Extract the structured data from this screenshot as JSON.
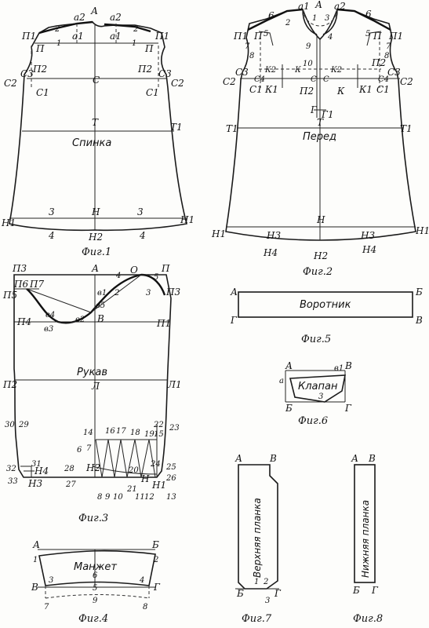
{
  "fig1": {
    "caption": "Фиг.1",
    "title": "Спинка",
    "labels": {
      "p1_left": "П1",
      "p_left": "П",
      "a2_left": "а2",
      "a1_left": "а1",
      "A": "А",
      "a2_right": "а2",
      "a1_right": "а1",
      "p_right": "П",
      "p1_right": "П1",
      "n2_left": "1",
      "n2_right": "1",
      "n2_left2": "2",
      "n2_right2": "2",
      "P2_left": "П2",
      "P2_right": "П2",
      "C3_left": "С3",
      "C3_right": "С3",
      "C2_left": "С2",
      "C2_right": "С2",
      "C": "С",
      "C1_left": "С1",
      "C1_right": "С1",
      "T": "Т",
      "T1": "Т1",
      "H": "Н",
      "H1_left": "Н1",
      "H1_right": "Н1",
      "H2": "Н2",
      "n3_left": "3",
      "n3_right": "3",
      "n4_left": "4",
      "n4_right": "4"
    }
  },
  "fig2": {
    "caption": "Фиг.2",
    "title": "Перед",
    "labels": {
      "a1": "а1",
      "A": "А",
      "a2": "а2",
      "n6_left": "6",
      "n6_right": "6",
      "n2_left": "2",
      "n1": "1",
      "n3": "3",
      "n4": "4",
      "n5_left": "5",
      "n5_right": "5",
      "P1_left": "П1",
      "P1_right": "П1",
      "n7_left": "7",
      "n7_right": "7",
      "n8_left": "8",
      "n8_right": "8",
      "n9": "9",
      "n10": "10",
      "P_left": "П",
      "P_right": "П",
      "P2_left": "П2",
      "P2_right": "П2",
      "C3_left": "С3",
      "C3_right": "С3",
      "C2_left": "С2",
      "C2_right": "С2",
      "K2_left": "К2",
      "K2_right": "К2",
      "K_left": "К",
      "K_right": "К",
      "K1_left": "К1",
      "K1_right": "К1",
      "C1_left": "С1",
      "C1_right": "С1",
      "C4_left": "С4",
      "C4_right": "С4",
      "C_left": "С",
      "C_right": "С",
      "G": "Г",
      "G1": "Г1",
      "T": "Т",
      "T1_left": "Т1",
      "T1_right": "Т1",
      "H": "Н",
      "H1_left": "Н1",
      "H1_right": "Н1",
      "H3_left": "Н3",
      "H3_right": "Н3",
      "H4_left": "Н4",
      "H4_right": "Н4",
      "H2": "Н2"
    }
  },
  "fig3": {
    "caption": "Фиг.3",
    "title": "Рукав",
    "labels": {
      "P3_left": "П3",
      "A": "А",
      "P": "П",
      "O": "О",
      "P6": "П6",
      "P7": "П7",
      "P5": "П5",
      "P3_right": "П3",
      "n4": "4",
      "n5": "5",
      "n2": "2",
      "n3": "3",
      "v1": "в1",
      "v5": "в5",
      "v4": "в4",
      "v2": "в2",
      "v3": "в3",
      "B": "В",
      "P4": "П4",
      "P1": "П1",
      "P2": "П2",
      "L": "Л",
      "L1": "Л1",
      "n30": "30",
      "n29": "29",
      "n14": "14",
      "n16": "16",
      "n17": "17",
      "n18": "18",
      "n19": "19",
      "n15": "15",
      "n22": "22",
      "n23": "23",
      "n6": "6",
      "n7": "7",
      "n20": "20",
      "n24": "24",
      "n25": "25",
      "n32": "32",
      "n31": "31",
      "n33": "33",
      "H4": "Н4",
      "H2": "Н2",
      "n28": "28",
      "H3": "Н3",
      "n27": "27",
      "H": "Н",
      "H1": "Н1",
      "n26": "26",
      "n13": "13",
      "n8": "8",
      "n9": "9",
      "n10": "10",
      "n21": "21",
      "n11": "11",
      "n12": "12"
    }
  },
  "fig4": {
    "caption": "Фиг.4",
    "title": "Манжет",
    "labels": {
      "A": "А",
      "B_top": "Б",
      "n1": "1",
      "n2": "2",
      "n3": "3",
      "n4": "4",
      "n6": "6",
      "n5": "5",
      "B_low": "В",
      "G": "Г",
      "n7": "7",
      "n9": "9",
      "n8": "8"
    }
  },
  "fig5": {
    "caption": "Фиг.5",
    "title": "Воротник",
    "labels": {
      "A": "А",
      "B_top": "Б",
      "G": "Г",
      "B_low": "В"
    }
  },
  "fig6": {
    "caption": "Фиг.6",
    "title": "Клапан",
    "labels": {
      "A": "А",
      "a": "а",
      "v1": "в1",
      "B": "В",
      "n3": "3",
      "B_low": "Б",
      "G": "Г"
    }
  },
  "fig7": {
    "caption": "Фиг.7",
    "title": "Верхняя планка",
    "labels": {
      "A": "А",
      "B_top": "В",
      "n1": "1",
      "n2": "2",
      "n3": "3",
      "B_low": "Б",
      "G": "Г"
    }
  },
  "fig8": {
    "caption": "Фиг.8",
    "title": "Нижняя планка",
    "labels": {
      "A": "А",
      "B_top": "В",
      "B_low": "Б",
      "G": "Г"
    }
  }
}
